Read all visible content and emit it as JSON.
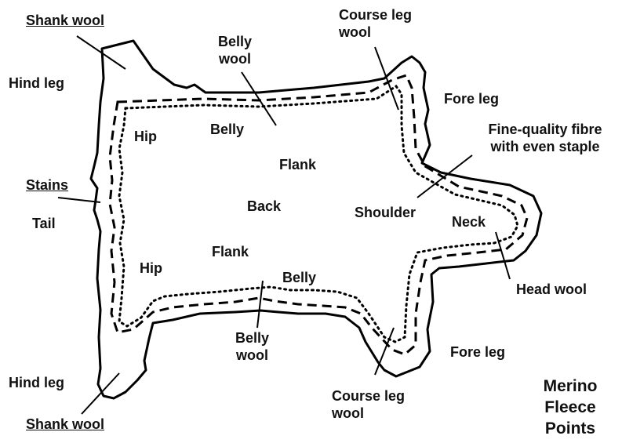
{
  "labels": {
    "shank_wool_top": "Shank wool",
    "hind_leg_top": "Hind leg",
    "belly_wool_top_1": "Belly",
    "belly_wool_top_2": "wool",
    "course_leg_top_1": "Course leg",
    "course_leg_top_2": "wool",
    "fore_leg_top": "Fore leg",
    "fine_fibre_1": "Fine-quality fibre",
    "fine_fibre_2": "with even staple",
    "hip_top": "Hip",
    "belly_top": "Belly",
    "flank_top": "Flank",
    "stains": "Stains",
    "tail": "Tail",
    "back": "Back",
    "shoulder": "Shoulder",
    "neck": "Neck",
    "hip_bottom": "Hip",
    "flank_bottom": "Flank",
    "belly_bottom": "Belly",
    "head_wool": "Head wool",
    "belly_wool_bottom_1": "Belly",
    "belly_wool_bottom_2": "wool",
    "fore_leg_bottom": "Fore leg",
    "hind_leg_bottom": "Hind leg",
    "course_leg_bottom_1": "Course leg",
    "course_leg_bottom_2": "wool",
    "shank_wool_bottom": "Shank wool"
  },
  "title": {
    "line1": "Merino",
    "line2": "Fleece",
    "line3": "Points"
  }
}
